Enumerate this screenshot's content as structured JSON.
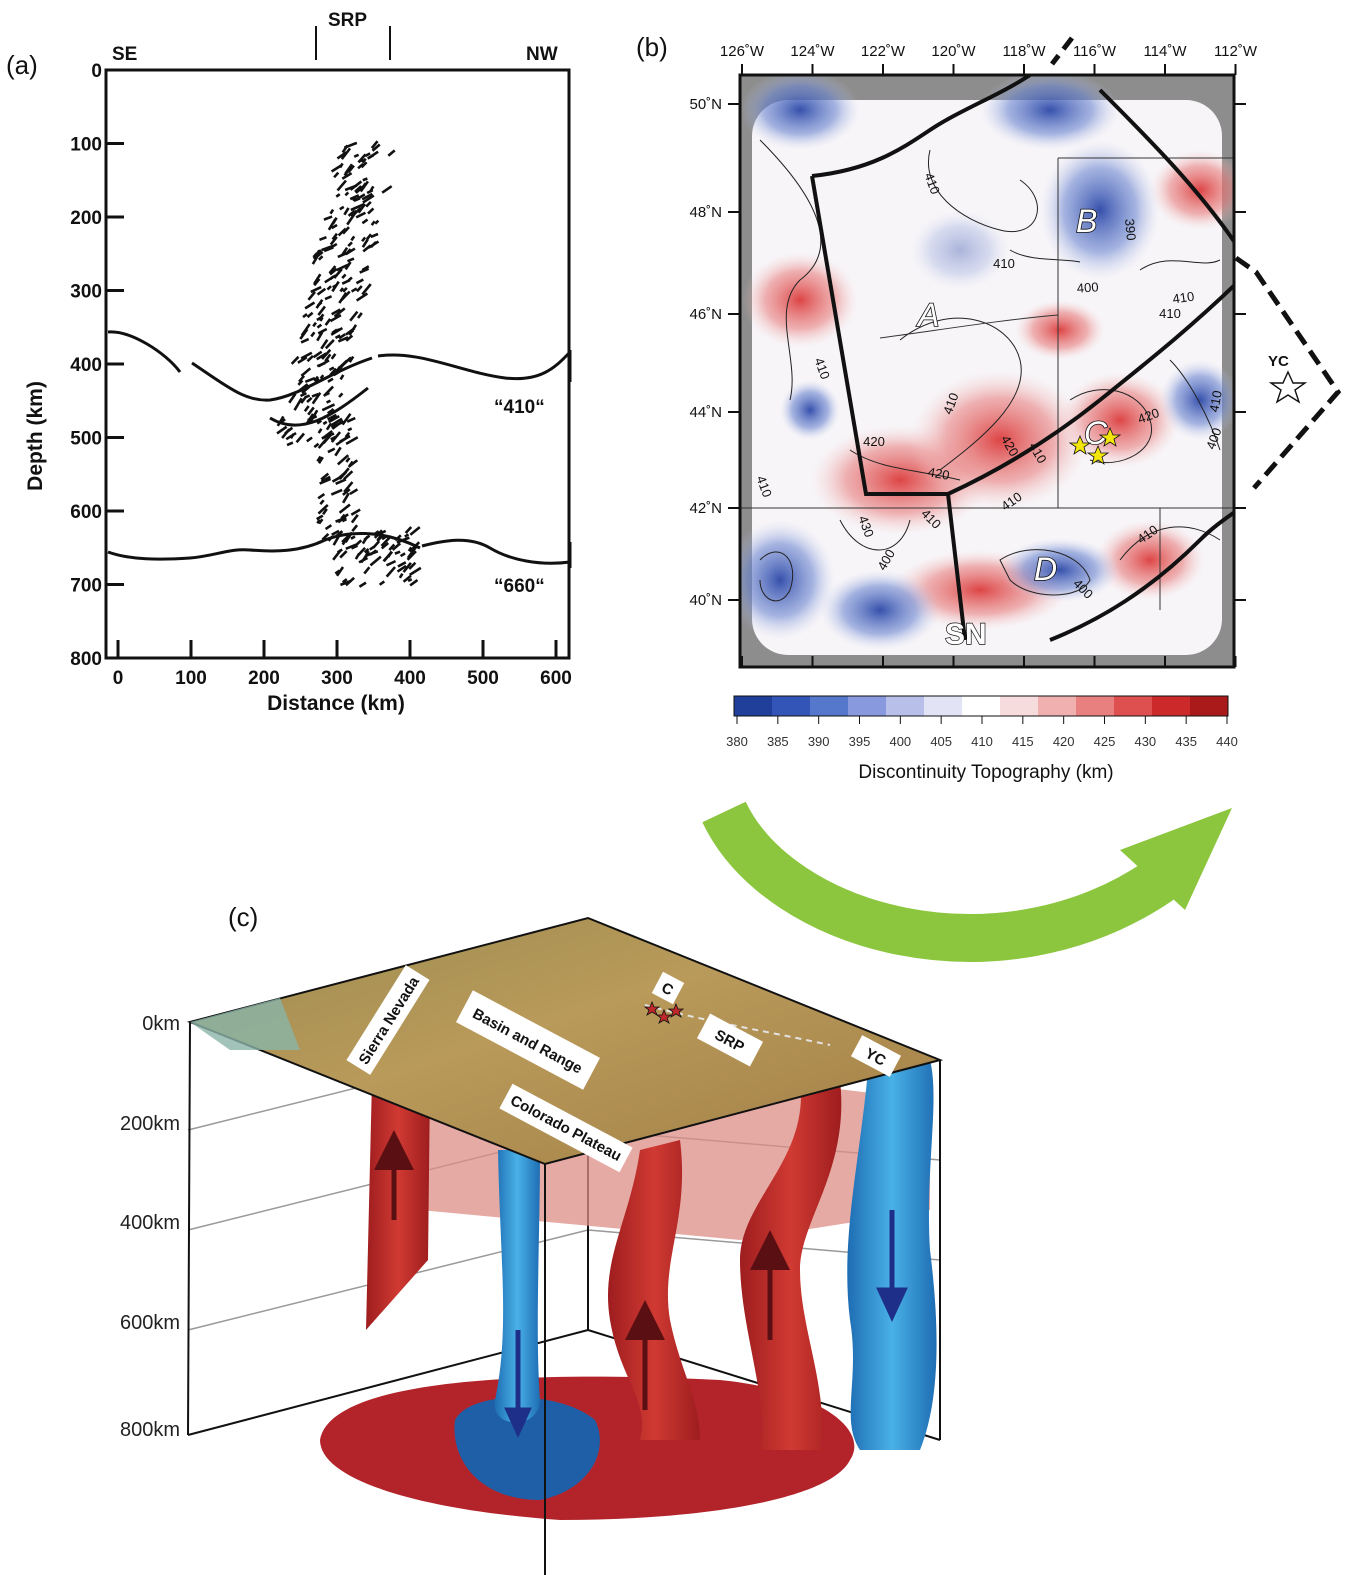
{
  "panel_a": {
    "label": "(a)",
    "top_left": "SE",
    "top_right": "NW",
    "top_center": "SRP",
    "y_axis_title": "Depth (km)",
    "x_axis_title": "Distance (km)",
    "y_ticks": [
      "0",
      "100",
      "200",
      "300",
      "400",
      "500",
      "600",
      "700",
      "800"
    ],
    "x_ticks": [
      "0",
      "100",
      "200",
      "300",
      "400",
      "500",
      "600"
    ],
    "discontinuity_410": "“410“",
    "discontinuity_660": "“660“"
  },
  "panel_b": {
    "label": "(b)",
    "lon_ticks": [
      "126˚W",
      "124˚W",
      "122˚W",
      "120˚W",
      "118˚W",
      "116˚W",
      "114˚W",
      "112˚W"
    ],
    "lat_ticks": [
      "50˚N",
      "48˚N",
      "46˚N",
      "44˚N",
      "42˚N",
      "40˚N"
    ],
    "region_a": "A",
    "region_b": "B",
    "region_c": "C",
    "region_d": "D",
    "sn_label": "SN",
    "yc_label": "YC",
    "contours": [
      "410",
      "410",
      "400",
      "410",
      "390",
      "410",
      "410",
      "410",
      "420",
      "420",
      "420",
      "410",
      "410",
      "400",
      "410",
      "430",
      "410",
      "400",
      "410",
      "400",
      "410",
      "420"
    ],
    "colorbar_ticks": [
      "380",
      "385",
      "390",
      "395",
      "400",
      "405",
      "410",
      "415",
      "420",
      "425",
      "430",
      "435",
      "440"
    ],
    "colorbar_title": "Discontinuity Topography (km)",
    "colorbar_colors": [
      "#1f3f9a",
      "#3355b8",
      "#5577cc",
      "#8899dd",
      "#b8c0ea",
      "#e2e4f6",
      "#ffffff",
      "#f6dcdc",
      "#f0b0b0",
      "#e88080",
      "#de5050",
      "#cc2a2a",
      "#aa1a1a"
    ]
  },
  "panel_c": {
    "label": "(c)",
    "depth_labels": [
      "0km",
      "200km",
      "400km",
      "600km",
      "800km"
    ],
    "sierra_nevada": "Sierra Nevada",
    "basin_range": "Basin and Range",
    "colorado_plateau": "Colorado Plateau",
    "c_label": "C",
    "srp": "SRP",
    "yc": "YC"
  },
  "colors": {
    "upwelling": "#c0282a",
    "downwelling": "#2e8fd0",
    "arrow": "#8cc63f",
    "slow_anomaly": "#de5a5a",
    "fast_anomaly": "#3a55b4"
  }
}
